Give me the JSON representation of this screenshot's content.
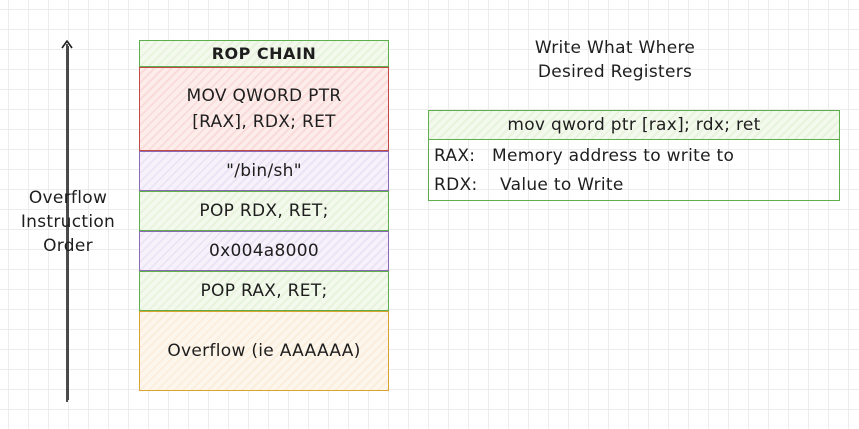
{
  "left_label": {
    "lines": [
      "Overflow",
      "Instruction",
      "Order"
    ]
  },
  "stack": {
    "header": "ROP CHAIN",
    "blocks": [
      {
        "lines": [
          "MOV QWORD PTR",
          "[RAX], RDX; RET"
        ],
        "color": "#c04a48"
      },
      {
        "lines": [
          "\"/bin/sh\""
        ],
        "color": "#8b6bb5"
      },
      {
        "lines": [
          "POP RDX, RET;"
        ],
        "color": "#5fae4d"
      },
      {
        "lines": [
          "0x004a8000"
        ],
        "color": "#8b6bb5"
      },
      {
        "lines": [
          "POP RAX, RET;"
        ],
        "color": "#5fae4d"
      },
      {
        "lines": [
          "Overflow (ie AAAAAA)"
        ],
        "color": "#d9a330"
      }
    ]
  },
  "write_what_where": {
    "title_lines": [
      "Write What Where",
      "Desired Registers"
    ],
    "gadget": "mov qword ptr [rax]; rdx; ret",
    "registers": [
      {
        "name": "RAX:",
        "desc": "Memory address to write to"
      },
      {
        "name": "RDX:",
        "desc": "Value to Write"
      }
    ]
  }
}
